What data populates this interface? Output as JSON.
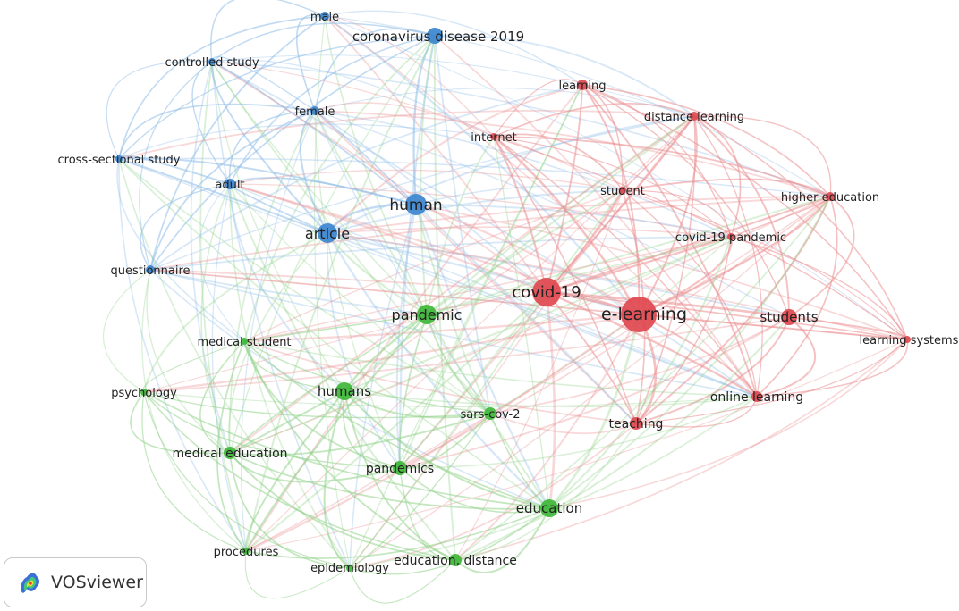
{
  "app": {
    "name": "VOSviewer",
    "logo_icon": "vosviewer-logo-icon"
  },
  "colors": {
    "cluster_blue": "#3c86cf",
    "cluster_red": "#e0484f",
    "cluster_green": "#3fb73a",
    "edge_blue": "#8fbde8",
    "edge_red": "#eb8f92",
    "edge_green": "#93d48c",
    "label": "#222222"
  },
  "network": {
    "nodes": [
      {
        "id": "male",
        "label": "male",
        "cluster": "blue"
      },
      {
        "id": "coronavirus",
        "label": "coronavirus disease 2019",
        "cluster": "blue"
      },
      {
        "id": "controlled",
        "label": "controlled study",
        "cluster": "blue"
      },
      {
        "id": "female",
        "label": "female",
        "cluster": "blue"
      },
      {
        "id": "crosssectional",
        "label": "cross-sectional study",
        "cluster": "blue"
      },
      {
        "id": "adult",
        "label": "adult",
        "cluster": "blue"
      },
      {
        "id": "human",
        "label": "human",
        "cluster": "blue"
      },
      {
        "id": "article",
        "label": "article",
        "cluster": "blue"
      },
      {
        "id": "questionnaire",
        "label": "questionnaire",
        "cluster": "blue"
      },
      {
        "id": "learning",
        "label": "learning",
        "cluster": "red"
      },
      {
        "id": "distancelearning",
        "label": "distance learning",
        "cluster": "red"
      },
      {
        "id": "internet",
        "label": "internet",
        "cluster": "red"
      },
      {
        "id": "student",
        "label": "student",
        "cluster": "red"
      },
      {
        "id": "highereducation",
        "label": "higher education",
        "cluster": "red"
      },
      {
        "id": "covidpandemic",
        "label": "covid-19 pandemic",
        "cluster": "red"
      },
      {
        "id": "covid19",
        "label": "covid-19",
        "cluster": "red"
      },
      {
        "id": "elearning",
        "label": "e-learning",
        "cluster": "red"
      },
      {
        "id": "students",
        "label": "students",
        "cluster": "red"
      },
      {
        "id": "learningsystems",
        "label": "learning systems",
        "cluster": "red"
      },
      {
        "id": "onlinelearning",
        "label": "online learning",
        "cluster": "red"
      },
      {
        "id": "teaching",
        "label": "teaching",
        "cluster": "red"
      },
      {
        "id": "pandemic",
        "label": "pandemic",
        "cluster": "green"
      },
      {
        "id": "medicalstudent",
        "label": "medical student",
        "cluster": "green"
      },
      {
        "id": "psychology",
        "label": "psychology",
        "cluster": "green"
      },
      {
        "id": "humans",
        "label": "humans",
        "cluster": "green"
      },
      {
        "id": "sarscov2",
        "label": "sars-cov-2",
        "cluster": "green"
      },
      {
        "id": "medicaleducation",
        "label": "medical education",
        "cluster": "green"
      },
      {
        "id": "pandemics",
        "label": "pandemics",
        "cluster": "green"
      },
      {
        "id": "education",
        "label": "education",
        "cluster": "green"
      },
      {
        "id": "procedures",
        "label": "procedures",
        "cluster": "green"
      },
      {
        "id": "epidemiology",
        "label": "epidemiology",
        "cluster": "green"
      },
      {
        "id": "educationdistance",
        "label": "education, distance",
        "cluster": "green"
      }
    ]
  }
}
